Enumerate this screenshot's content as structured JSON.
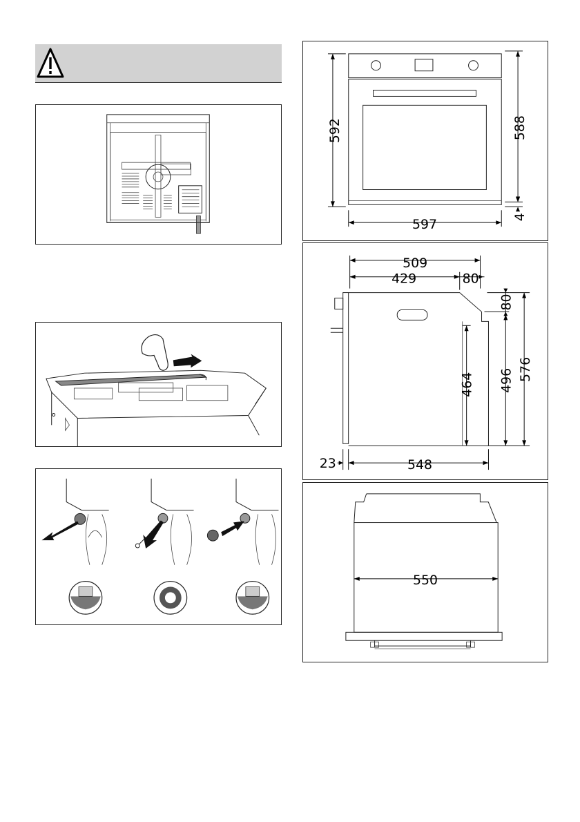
{
  "dimensions": {
    "front": {
      "height_total": "592",
      "height_right": "588",
      "width": "597",
      "gap": "4"
    },
    "side": {
      "depth_top": "509",
      "depth_body": "429",
      "depth_rear_a": "80",
      "depth_rear_b": "80",
      "height_inner": "464",
      "height_mid": "496",
      "height_full": "576",
      "front_offset": "23",
      "depth_bottom": "548"
    },
    "top": {
      "width": "550"
    }
  }
}
